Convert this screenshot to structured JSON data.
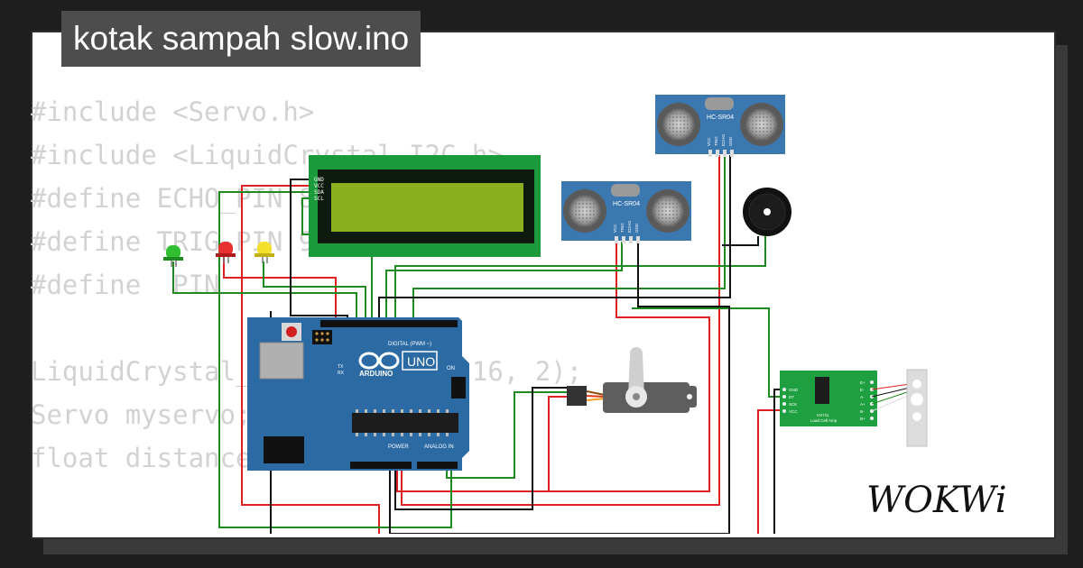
{
  "project": {
    "title": "kotak sampah slow.ino"
  },
  "code_lines": [
    "#include <Servo.h>",
    "#include <LiquidCrystal_I2C.h>",
    "#define ECHO_PIN 8",
    "#define TRIG_PIN 9",
    "#define  PIN",
    "",
    "LiquidCrystal_I2C lcd(0x27, 16, 2);",
    "Servo myservo;",
    "float distance;"
  ],
  "components": {
    "lcd_pins": [
      "GND",
      "VCC",
      "SDA",
      "SCL"
    ],
    "ultrasonic_label": "HC-SR04",
    "ultrasonic_pins": [
      "VCC",
      "TRIG",
      "ECHO",
      "GND"
    ],
    "arduino_brand": "ARDUINO",
    "arduino_model": "UNO",
    "arduino_digital_header": "DIGITAL (PWM ~)",
    "arduino_analog_header": "ANALOG IN",
    "arduino_power_header": "POWER",
    "arduino_on_label": "ON",
    "arduino_tx": "TX",
    "arduino_rx": "RX",
    "hx711_pins": [
      "GND",
      "DT",
      "SCK",
      "VCC"
    ],
    "hx711_right_pins": [
      "E+",
      "E-",
      "A-",
      "A+",
      "B-",
      "B+"
    ],
    "hx711_label": "HX711",
    "hx711_sublabel": "Load Cell Amp"
  },
  "brand": {
    "logo_text": "WOKWi"
  },
  "colors": {
    "wire_red": "#e02020",
    "wire_green": "#1f8a1f",
    "wire_black": "#111111",
    "arduino_blue": "#2b6aa3",
    "lcd_green": "#1a9a3a",
    "sensor_blue": "#3b78b0"
  }
}
